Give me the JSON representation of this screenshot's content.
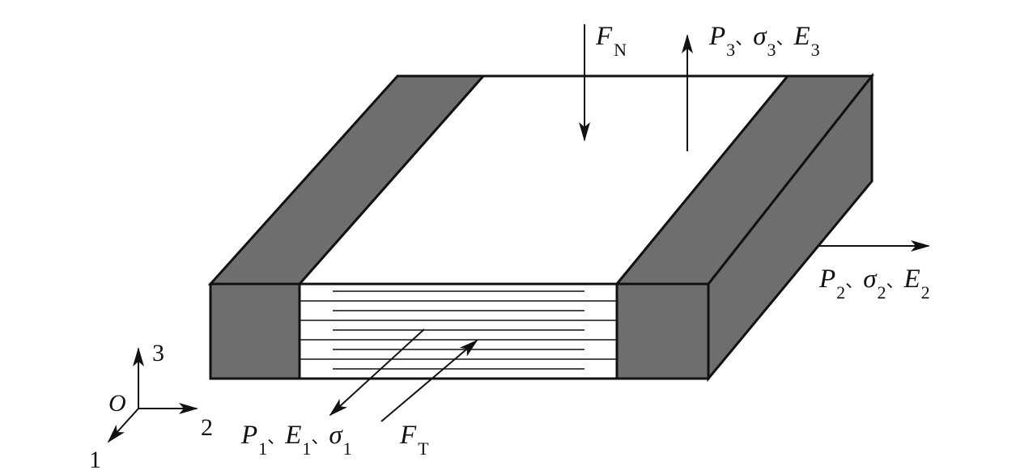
{
  "colors": {
    "electrode": "#6d6e70",
    "outline": "#111111",
    "body": "#ffffff",
    "layer_line": "#111111"
  },
  "labels": {
    "fn": {
      "main": "F",
      "sub": "N"
    },
    "ft": {
      "main": "F",
      "sub": "T"
    },
    "direction3": {
      "p": "P",
      "p_sub": "3",
      "sigma": "σ",
      "sigma_sub": "3",
      "e": "E",
      "e_sub": "3",
      "sep": "、"
    },
    "direction2": {
      "p": "P",
      "p_sub": "2",
      "sigma": "σ",
      "sigma_sub": "2",
      "e": "E",
      "e_sub": "2",
      "sep": "、"
    },
    "direction1": {
      "p": "P",
      "p_sub": "1",
      "e": "E",
      "e_sub": "1",
      "sigma": "σ",
      "sigma_sub": "1",
      "sep": "、"
    }
  },
  "axes": {
    "origin": "O",
    "axis1": "1",
    "axis2": "2",
    "axis3": "3"
  }
}
